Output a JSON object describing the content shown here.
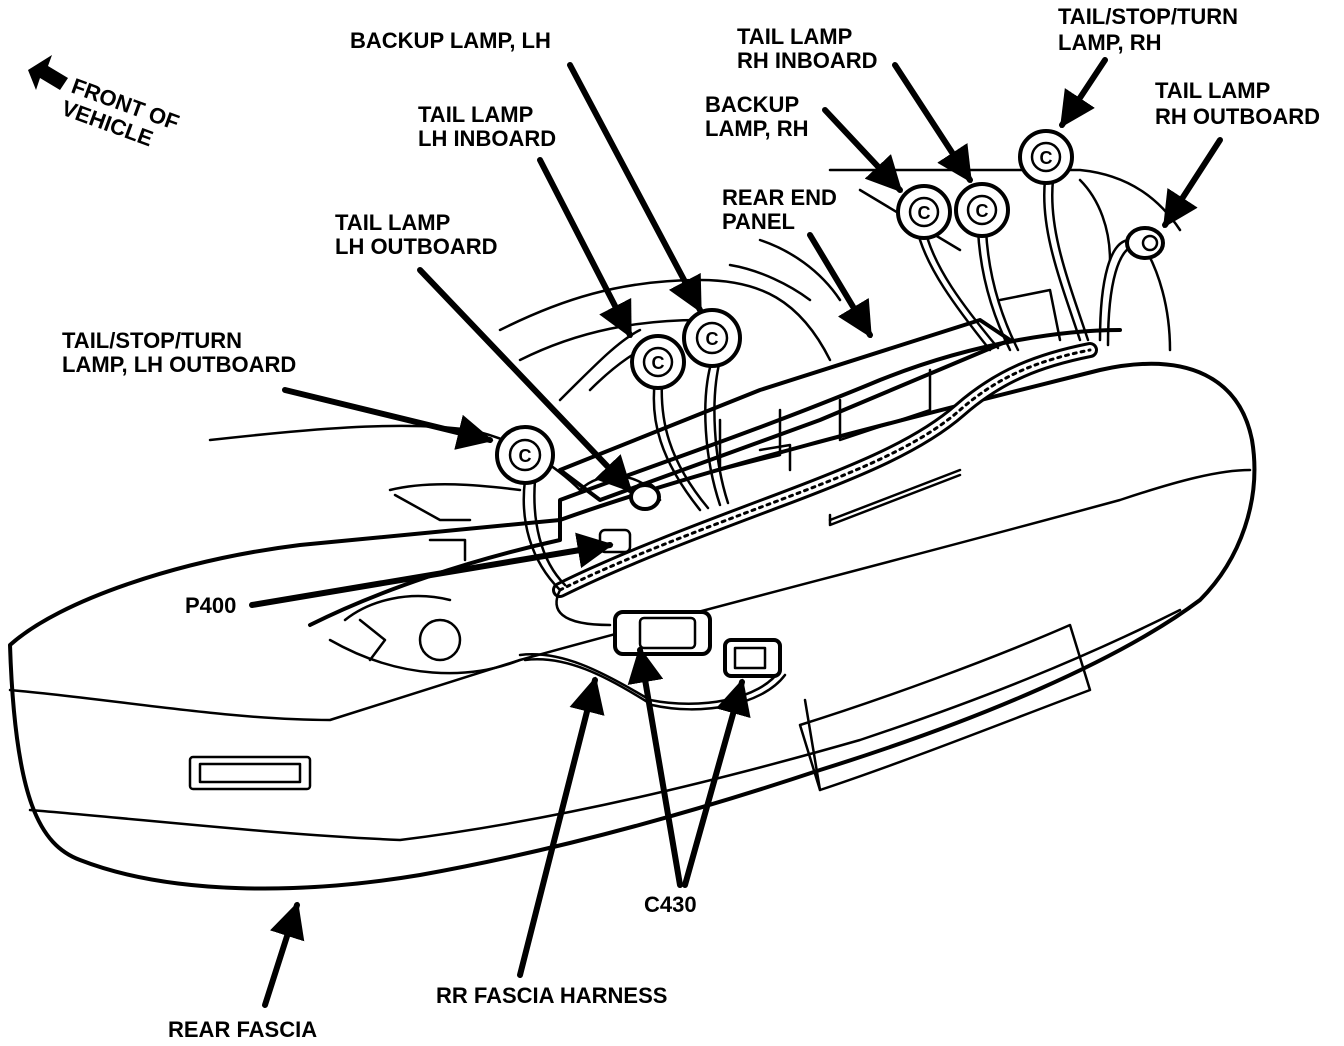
{
  "labels": {
    "front_of_vehicle_1": "FRONT OF",
    "front_of_vehicle_2": "VEHICLE",
    "backup_lamp_lh": "BACKUP LAMP, LH",
    "tail_lamp_lh_inboard_1": "TAIL LAMP",
    "tail_lamp_lh_inboard_2": "LH INBOARD",
    "tail_lamp_lh_outboard_1": "TAIL LAMP",
    "tail_lamp_lh_outboard_2": "LH OUTBOARD",
    "tst_lamp_lh_outboard_1": "TAIL/STOP/TURN",
    "tst_lamp_lh_outboard_2": "LAMP, LH OUTBOARD",
    "tail_lamp_rh_inboard_1": "TAIL LAMP",
    "tail_lamp_rh_inboard_2": "RH INBOARD",
    "backup_lamp_rh_1": "BACKUP",
    "backup_lamp_rh_2": "LAMP, RH",
    "rear_end_panel_1": "REAR END",
    "rear_end_panel_2": "PANEL",
    "tst_lamp_rh_1": "TAIL/STOP/TURN",
    "tst_lamp_rh_2": "LAMP, RH",
    "tail_lamp_rh_outboard_1": "TAIL LAMP",
    "tail_lamp_rh_outboard_2": "RH OUTBOARD",
    "p400": "P400",
    "c430": "C430",
    "rr_fascia_harness": "RR FASCIA HARNESS",
    "rear_fascia": "REAR FASCIA"
  },
  "socket_letter": "C"
}
